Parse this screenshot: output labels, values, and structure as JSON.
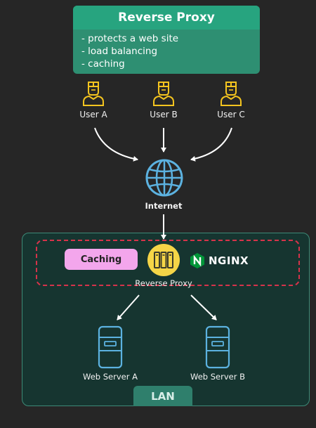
{
  "title_box": {
    "title": "Reverse Proxy",
    "items": [
      "- protects a web site",
      "- load balancing",
      "- caching"
    ]
  },
  "users": [
    {
      "label": "User A"
    },
    {
      "label": "User B"
    },
    {
      "label": "User C"
    }
  ],
  "internet": {
    "label": "Internet"
  },
  "proxy": {
    "caching_label": "Caching",
    "label": "Reverse Proxy",
    "nginx_text": "NGINX"
  },
  "servers": [
    {
      "label": "Web Server A"
    },
    {
      "label": "Web Server B"
    }
  ],
  "lan": {
    "label": "LAN"
  },
  "colors": {
    "teal": "#27a47f",
    "user_yellow": "#f5c51f",
    "globe_blue": "#5cb2e0",
    "dashed_red": "#d6334a",
    "caching_pink": "#f3a6ec",
    "nginx_green": "#009639"
  }
}
